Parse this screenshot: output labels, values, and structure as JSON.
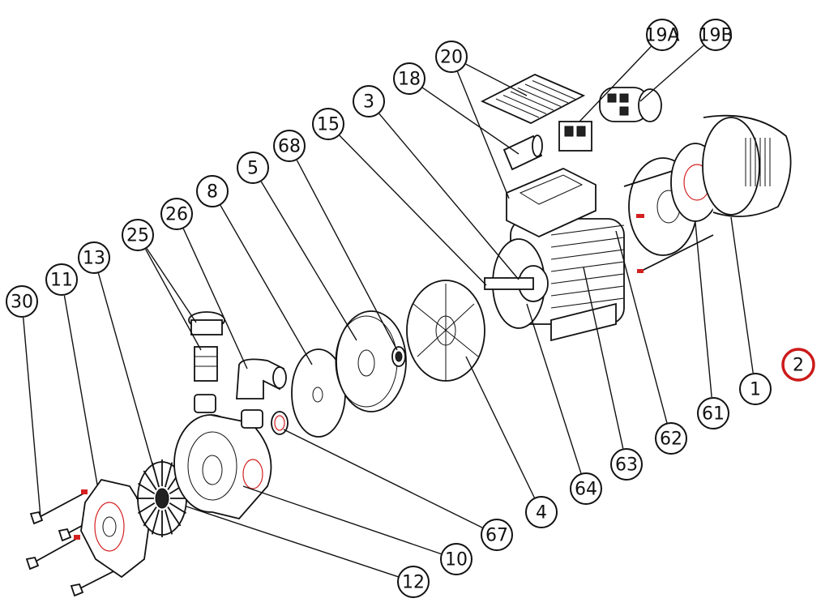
{
  "diagram": {
    "type": "exploded-parts-view",
    "highlight_color": "#cc1a1a",
    "highlighted_label": "2",
    "labels": [
      "30",
      "11",
      "13",
      "25",
      "26",
      "8",
      "5",
      "68",
      "15",
      "3",
      "18",
      "20",
      "19A",
      "19B",
      "2",
      "1",
      "61",
      "62",
      "63",
      "64",
      "4",
      "67",
      "10",
      "12"
    ]
  }
}
